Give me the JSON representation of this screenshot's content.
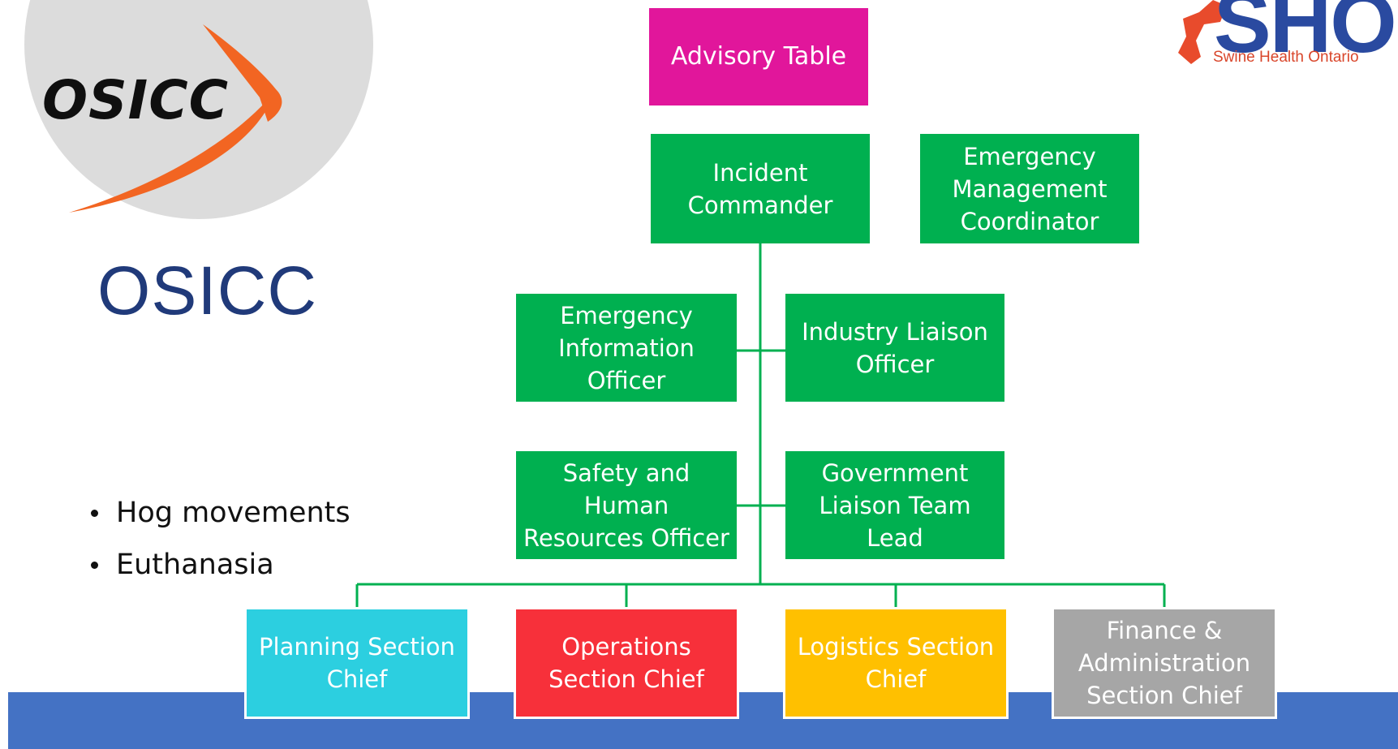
{
  "logos": {
    "osicc_logo_text": "OSICC",
    "osicc_title": "OSICC",
    "sho_text": "SHO",
    "sho_subtitle": "Swine Health Ontario"
  },
  "bullets": [
    "Hog movements",
    "Euthanasia"
  ],
  "org_chart": {
    "advisory": "Advisory Table",
    "incident_commander": "Incident\nCommander",
    "emergency_management_coordinator": "Emergency\nManagement\nCoordinator",
    "emergency_information_officer": "Emergency\nInformation\nOfficer",
    "industry_liaison_officer": "Industry Liaison\nOfficer",
    "safety_hr_officer": "Safety and\nHuman\nResources Officer",
    "government_liaison_team_lead": "Government\nLiaison Team\nLead",
    "planning_section_chief": "Planning Section\nChief",
    "operations_section_chief": "Operations\nSection Chief",
    "logistics_section_chief": "Logistics Section\nChief",
    "finance_admin_section_chief": "Finance &\nAdministration\nSection Chief"
  },
  "colors": {
    "green": "#00b050",
    "magenta": "#e1169b",
    "cyan": "#2ccfe0",
    "red": "#f7303a",
    "yellow": "#ffc000",
    "gray": "#a6a6a6",
    "band_blue": "#4472c4",
    "osicc_orange": "#f26522",
    "sho_blue": "#2a4aa0"
  }
}
